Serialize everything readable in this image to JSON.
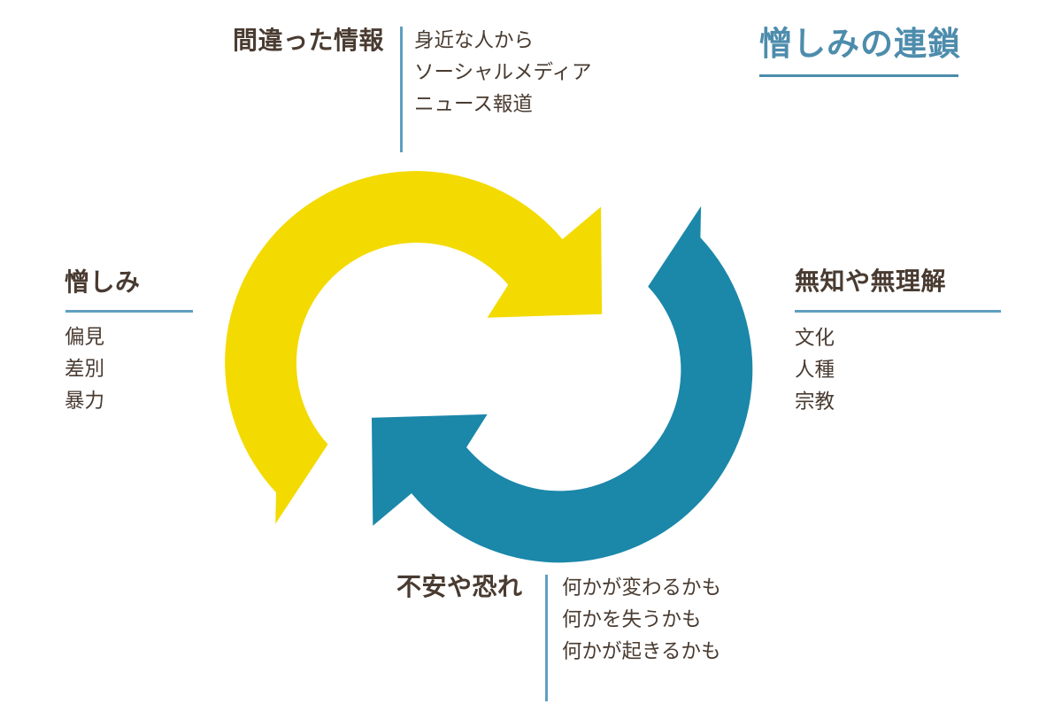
{
  "title": {
    "text": "憎しみの連鎖"
  },
  "sections": {
    "misinformation": {
      "heading": "間違った情報",
      "items": [
        "身近な人から",
        "ソーシャルメディア",
        "ニュース報道"
      ]
    },
    "ignorance": {
      "heading": "無知や無理解",
      "items": [
        "文化",
        "人種",
        "宗教"
      ]
    },
    "fear": {
      "heading": "不安や恐れ",
      "items": [
        "何かが変わるかも",
        "何かを失うかも",
        "何かが起きるかも"
      ]
    },
    "hatred": {
      "heading": "憎しみ",
      "items": [
        "偏見",
        "差別",
        "暴力"
      ]
    }
  },
  "cycle": {
    "arrow_yellow": "cycle-arrow-clockwise-top",
    "arrow_blue": "cycle-arrow-clockwise-bottom"
  },
  "colors": {
    "yellow": "#F3DA00",
    "blue": "#1B87A9",
    "title_blue": "#4D8CAC",
    "line_blue": "#5F9FC2",
    "text_brown": "#493B31",
    "background": "#FFFFFF"
  }
}
